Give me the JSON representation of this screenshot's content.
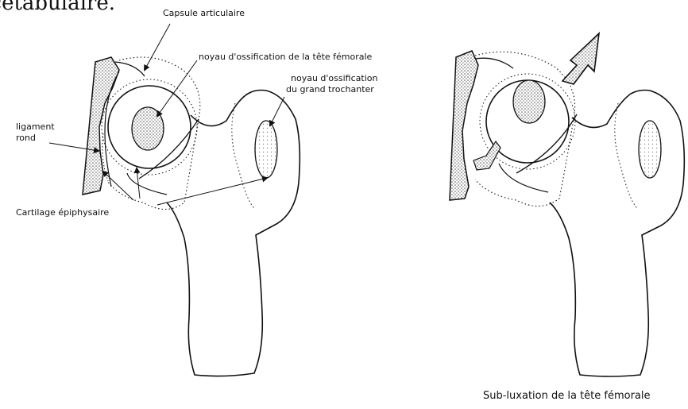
{
  "header_fragment": "acetabulaire.",
  "labels": {
    "capsule": "Capsule articulaire",
    "noyau_tete": "noyau d'ossification de la tête fémorale",
    "noyau_trochanter_line1": "noyau d'ossification",
    "noyau_trochanter_line2": "du grand trochanter",
    "ligament_line1": "ligament",
    "ligament_line2": "rond",
    "cartilage": "Cartilage épiphysaire"
  },
  "caption_right": "Sub-luxation de la tête fémorale",
  "colors": {
    "ink": "#111111",
    "stipple": "#9a9a9a",
    "fill_light": "#d8d8d8"
  },
  "panels": [
    {
      "id": "left",
      "description_hidden": true
    },
    {
      "id": "right",
      "arrow_direction": "up-right"
    }
  ]
}
